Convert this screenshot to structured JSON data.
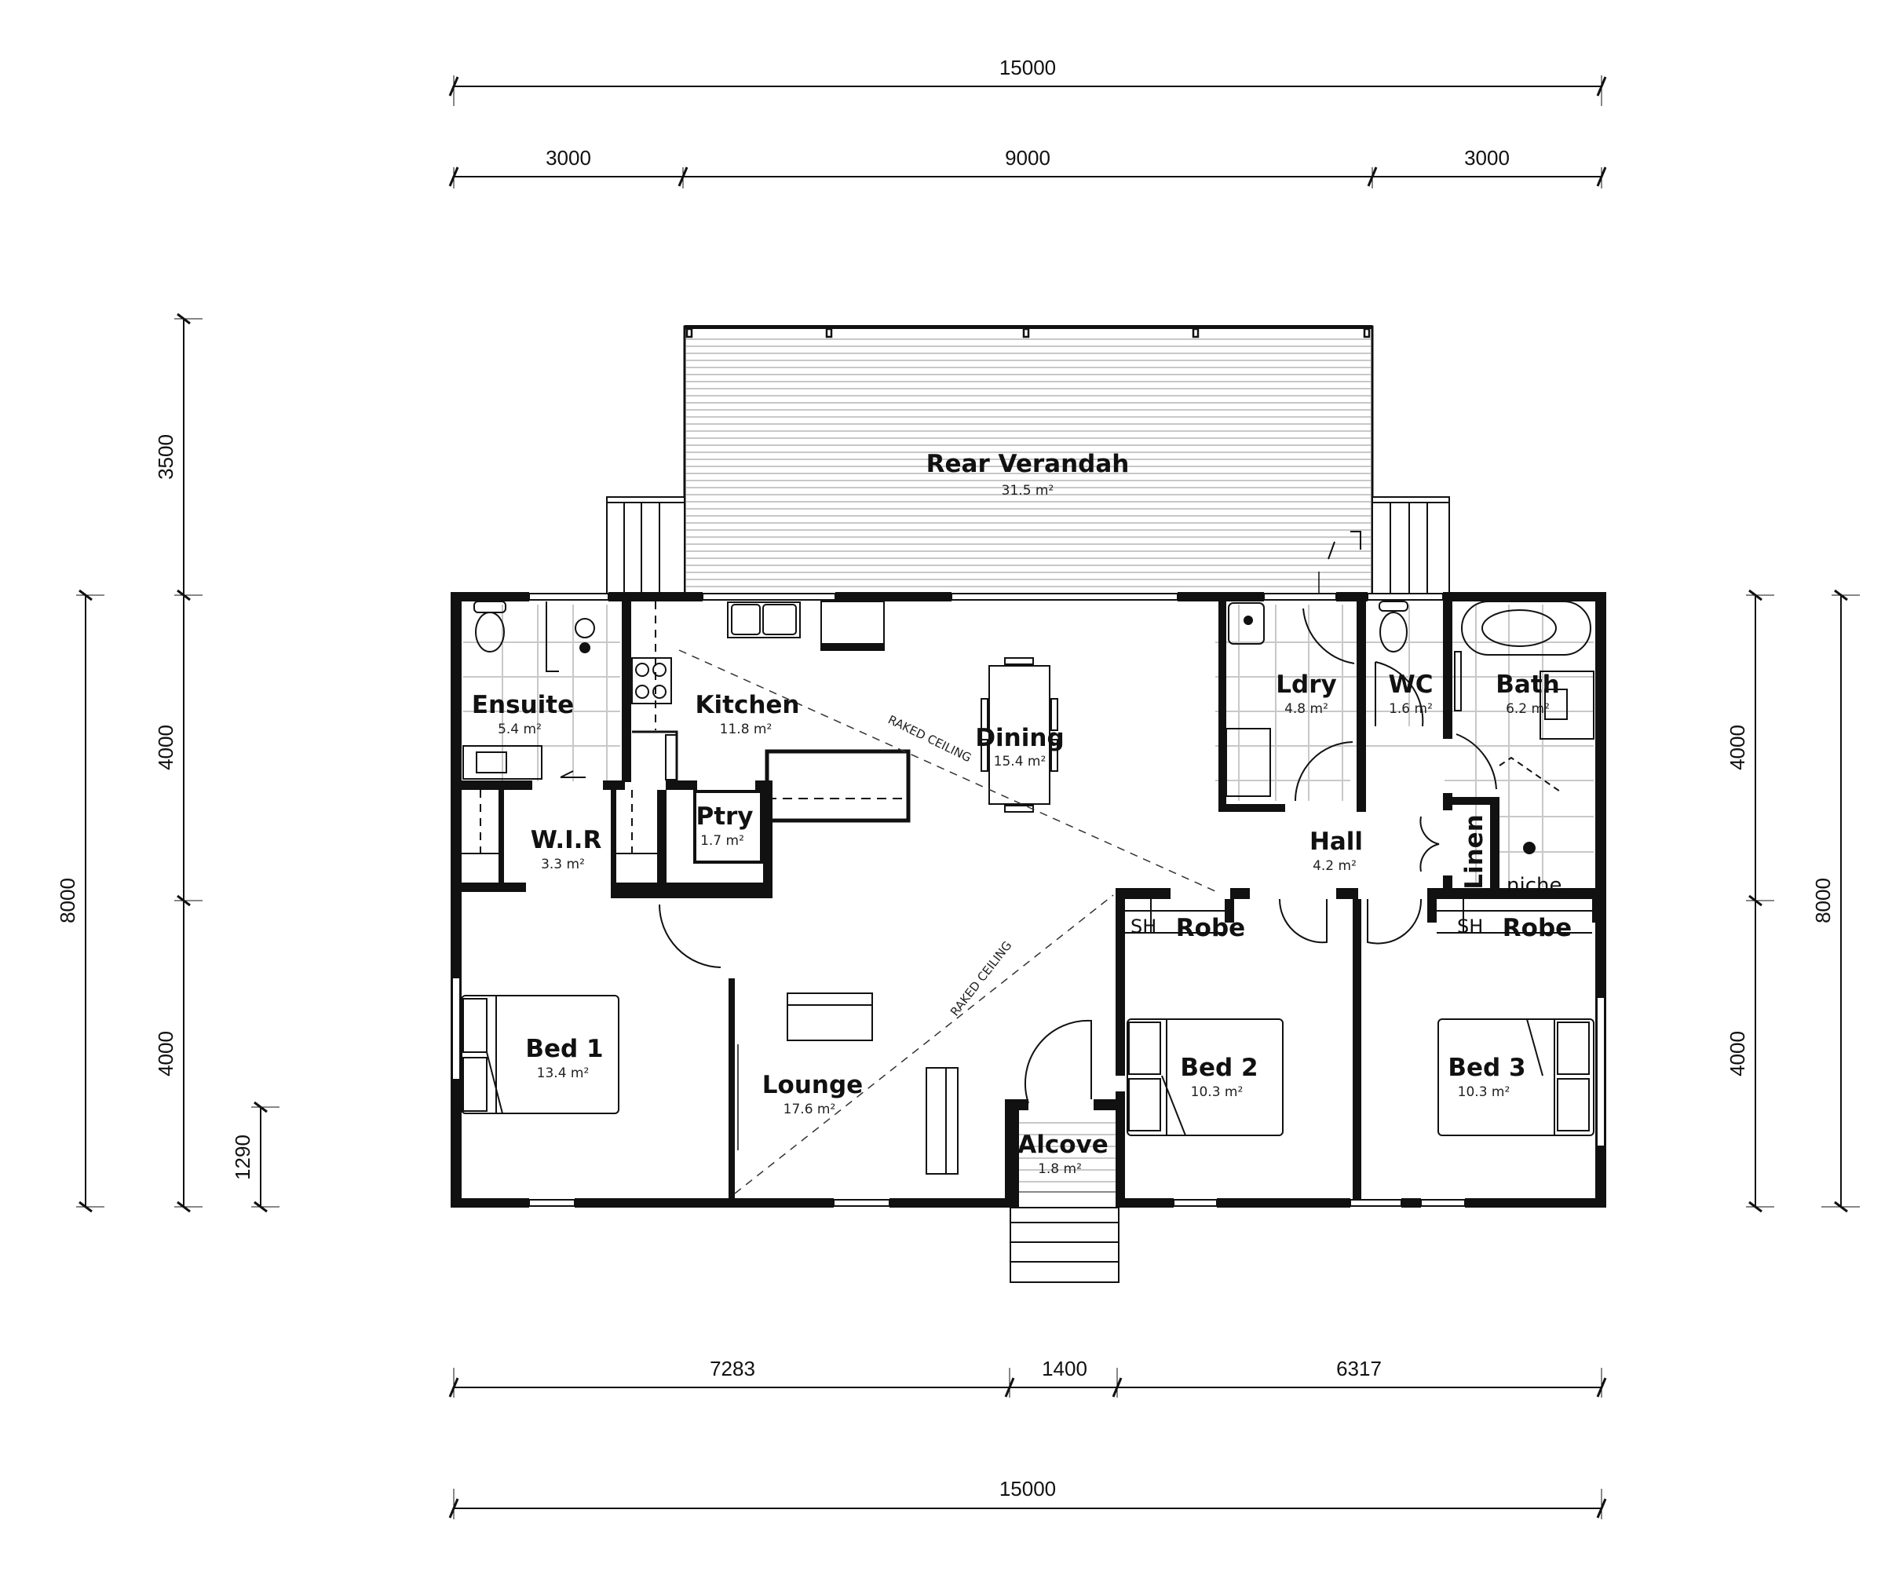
{
  "drawing": {
    "type": "floor-plan",
    "units": "mm"
  },
  "dimensions": {
    "top_overall": "15000",
    "top_segments": [
      "3000",
      "9000",
      "3000"
    ],
    "bottom_segments": [
      "7283",
      "1400",
      "6317"
    ],
    "bottom_overall": "15000",
    "left_overall": "8000",
    "left_segments": [
      "3500",
      "4000",
      "4000"
    ],
    "left_step": "1290",
    "right_segments": [
      "4000",
      "4000"
    ],
    "right_overall": "8000"
  },
  "rooms": {
    "rear_verandah": {
      "name": "Rear Verandah",
      "area": "31.5 m²"
    },
    "ensuite": {
      "name": "Ensuite",
      "area": "5.4 m²"
    },
    "kitchen": {
      "name": "Kitchen",
      "area": "11.8 m²"
    },
    "dining": {
      "name": "Dining",
      "area": "15.4 m²"
    },
    "ldry": {
      "name": "Ldry",
      "area": "4.8 m²"
    },
    "wc": {
      "name": "WC",
      "area": "1.6 m²"
    },
    "bath": {
      "name": "Bath",
      "area": "6.2 m²"
    },
    "wir": {
      "name": "W.I.R",
      "area": "3.3 m²"
    },
    "ptry": {
      "name": "Ptry",
      "area": "1.7 m²"
    },
    "hall": {
      "name": "Hall",
      "area": "4.2 m²"
    },
    "linen": {
      "name": "Linen"
    },
    "bed1": {
      "name": "Bed 1",
      "area": "13.4 m²"
    },
    "lounge": {
      "name": "Lounge",
      "area": "17.6 m²"
    },
    "alcove": {
      "name": "Alcove",
      "area": "1.8 m²"
    },
    "bed2": {
      "name": "Bed 2",
      "area": "10.3 m²"
    },
    "bed3": {
      "name": "Bed 3",
      "area": "10.3 m²"
    },
    "robe2": {
      "name": "Robe",
      "sh": "SH"
    },
    "robe3": {
      "name": "Robe",
      "sh": "SH"
    }
  },
  "annotations": {
    "raked_ceiling_1": "RAKED CEILING",
    "raked_ceiling_2": "RAKED CEILING",
    "niche": "niche"
  }
}
